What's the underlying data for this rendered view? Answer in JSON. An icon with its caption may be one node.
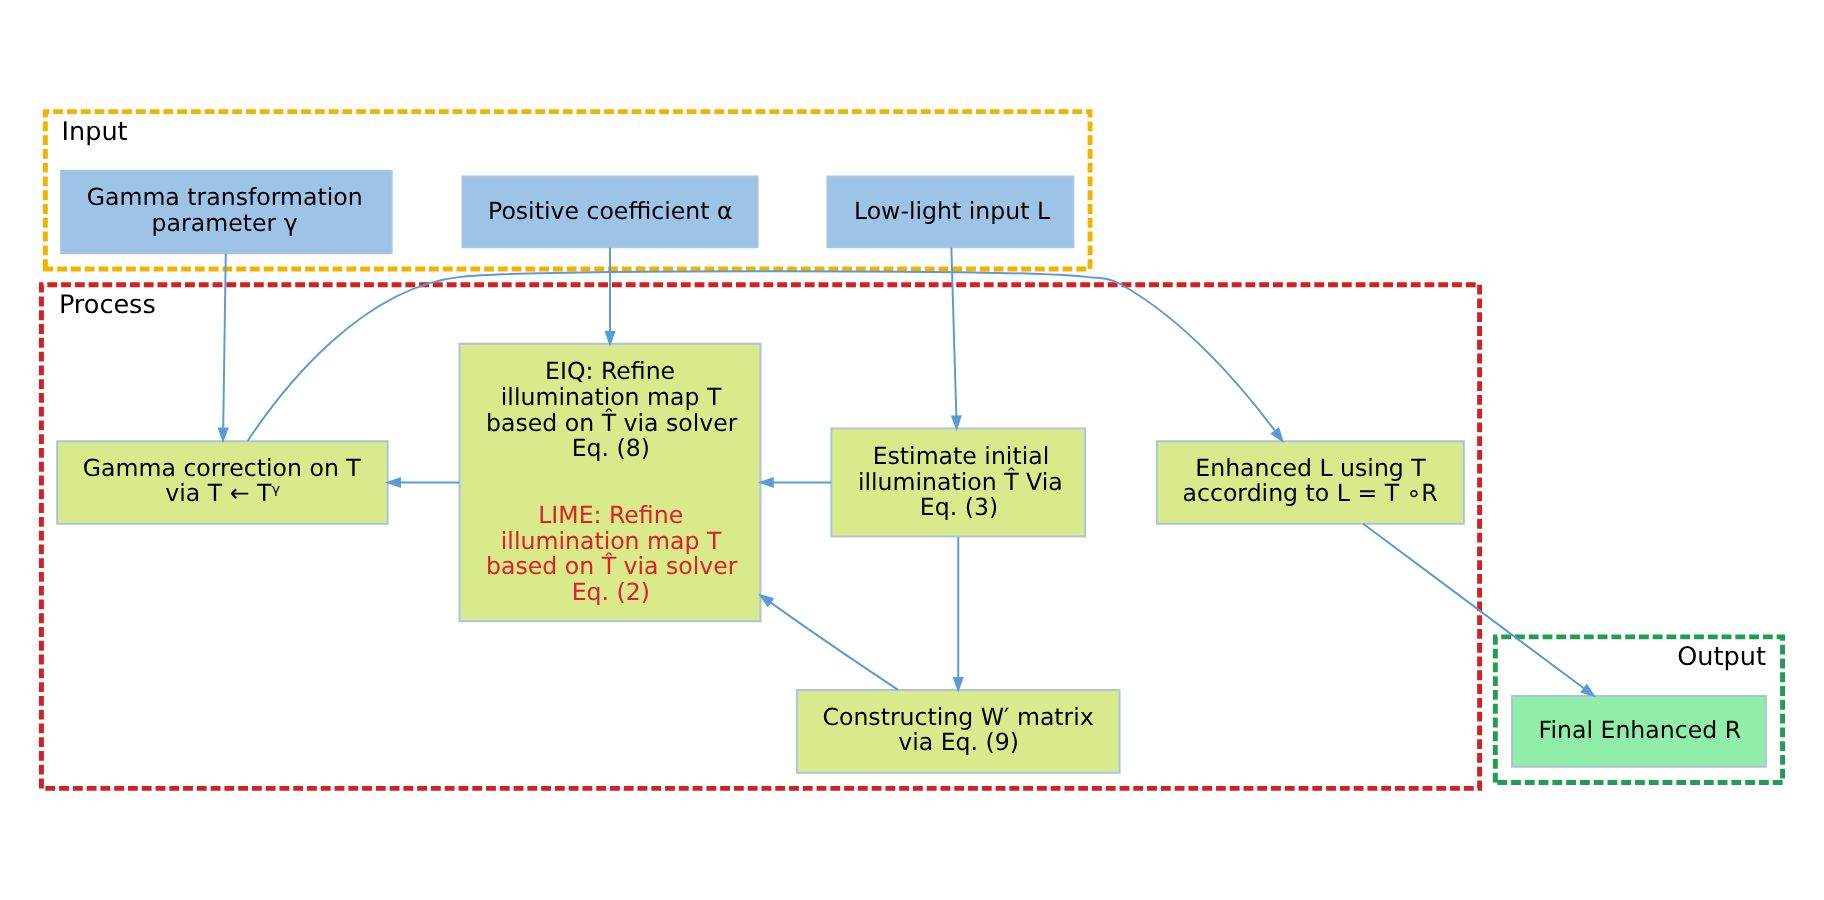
{
  "diagram": {
    "nodes": [
      {
        "text": [
          "Input"
        ]
      },
      {
        "text": [
          "Low-light input L"
        ],
        "in": 0
      },
      {
        "text": [
          "Positive coefficient α"
        ],
        "in": 0
      },
      {
        "text": [
          "Gamma transformation parameter γ"
        ],
        "in": 0
      },
      {
        "text": [
          "Process"
        ]
      },
      {
        "text": [
          "Estimate initial illumination T̂ Via Eq. (3)"
        ],
        "in": 4
      },
      {
        "text": [
          "Constructing W′ matrix via Eq. (9)"
        ],
        "in": 4
      },
      {
        "text": [
          "EIQ: Refine illumination map T based on T̂ via solver Eq. (8)",
          "LIME: Refine illumination map T based on T̂ via solver Eq. (2)"
        ],
        "in": 4
      },
      {
        "text": [
          "Gamma correction on T via T ← Tᵞ"
        ],
        "in": 4
      },
      {
        "text": [
          "Enhanced L using T according to L = T ∘R"
        ],
        "in": 4
      },
      {
        "text": [
          "Output"
        ]
      },
      {
        "text": [
          "Final Enhanced R"
        ],
        "in": 10
      }
    ],
    "edges": [
      {
        "from": 1,
        "to": 5,
        "arrow": "to"
      },
      {
        "from": 2,
        "to": 7,
        "arrow": "to"
      },
      {
        "from": 3,
        "to": 8,
        "arrow": "to"
      },
      {
        "from": 5,
        "to": 6,
        "arrow": "to"
      },
      {
        "from": 5,
        "to": 7,
        "arrow": "to"
      },
      {
        "from": 6,
        "to": 7,
        "arrow": "to"
      },
      {
        "from": 7,
        "to": 8,
        "arrow": "to"
      },
      {
        "from": 8,
        "to": 9,
        "arrow": "to"
      },
      {
        "from": 9,
        "to": 11,
        "arrow": "to"
      }
    ]
  }
}
